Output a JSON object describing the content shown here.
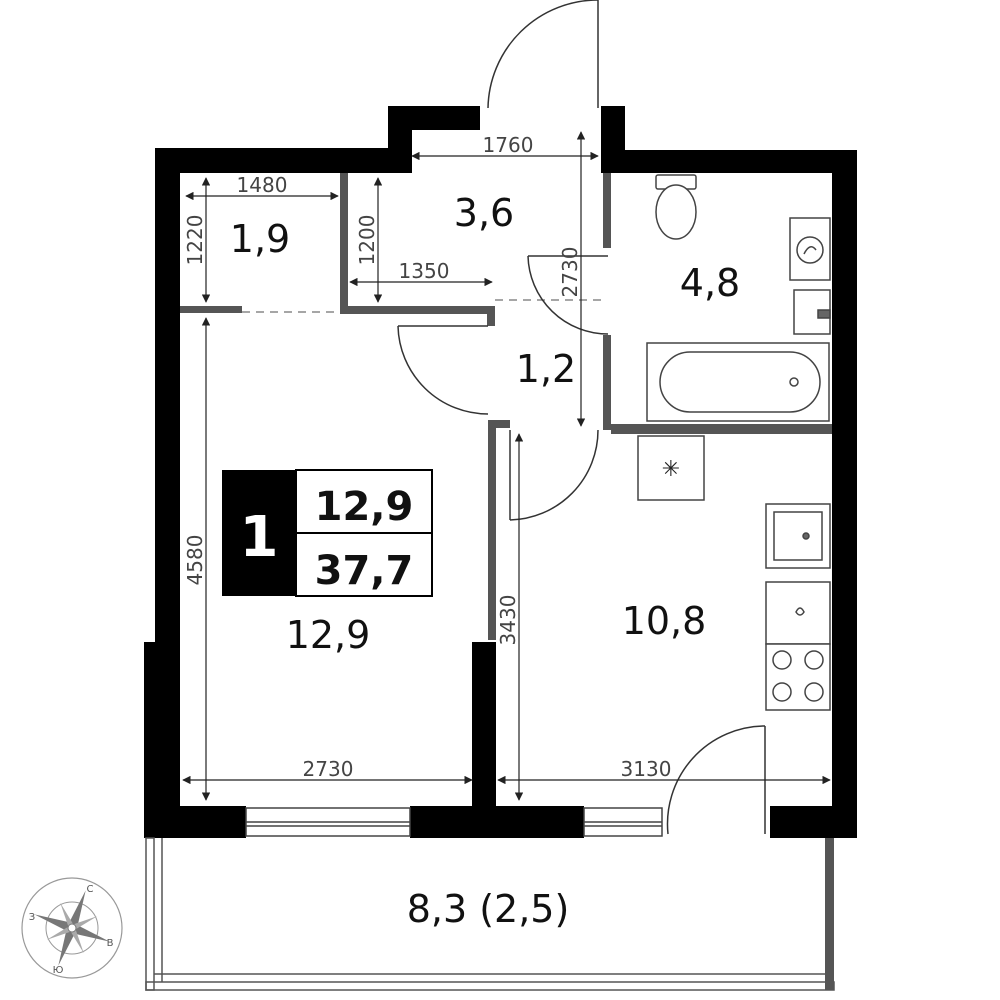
{
  "badge": {
    "rooms": "1",
    "living_area": "12,9",
    "total_area": "37,7"
  },
  "rooms": {
    "wardrobe": "1,9",
    "entry": "3,6",
    "bathroom": "4,8",
    "hall": "1,2",
    "bedroom": "12,9",
    "kitchen": "10,8",
    "balcony": "8,3 (2,5)"
  },
  "dimensions": {
    "entry_width": "1760",
    "wardrobe_width": "1480",
    "wardrobe_depth": "1220",
    "entry_depth": "1200",
    "entry_inner_width": "1350",
    "hall_length": "2730",
    "bedroom_depth": "4580",
    "bedroom_width": "2730",
    "kitchen_depth": "3430",
    "kitchen_width": "3130"
  },
  "compass": {
    "north": "С",
    "east": "В",
    "south": "Ю",
    "west": "З"
  },
  "colors": {
    "wall": "#000000",
    "partition": "#555555",
    "dimension": "#333333",
    "fixture": "#444444"
  }
}
